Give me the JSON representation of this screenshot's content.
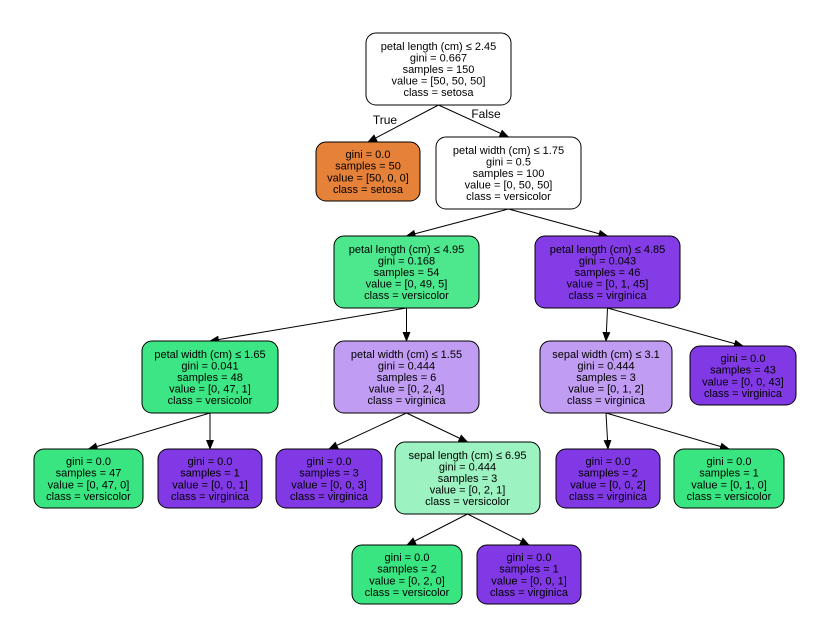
{
  "edge_labels": {
    "true_label": "True",
    "false_label": "False"
  },
  "nodes": {
    "n0": {
      "lines": [
        "petal length (cm) ≤ 2.45",
        "gini = 0.667",
        "samples = 150",
        "value = [50, 50, 50]",
        "class = setosa"
      ],
      "fill": "#ffffff"
    },
    "n1": {
      "lines": [
        "gini = 0.0",
        "samples = 50",
        "value = [50, 0, 0]",
        "class = setosa"
      ],
      "fill": "#e58139"
    },
    "n2": {
      "lines": [
        "petal width (cm) ≤ 1.75",
        "gini = 0.5",
        "samples = 100",
        "value = [0, 50, 50]",
        "class = versicolor"
      ],
      "fill": "#ffffff"
    },
    "n3": {
      "lines": [
        "petal length (cm) ≤ 4.95",
        "gini = 0.168",
        "samples = 54",
        "value = [0, 49, 5]",
        "class = versicolor"
      ],
      "fill": "#4de88e"
    },
    "n4": {
      "lines": [
        "petal length (cm) ≤ 4.85",
        "gini = 0.043",
        "samples = 46",
        "value = [0, 1, 45]",
        "class = virginica"
      ],
      "fill": "#843de6"
    },
    "n5": {
      "lines": [
        "petal width (cm) ≤ 1.65",
        "gini = 0.041",
        "samples = 48",
        "value = [0, 47, 1]",
        "class = versicolor"
      ],
      "fill": "#3de684"
    },
    "n6": {
      "lines": [
        "petal width (cm) ≤ 1.55",
        "gini = 0.444",
        "samples = 6",
        "value = [0, 2, 4]",
        "class = virginica"
      ],
      "fill": "#c09cf2"
    },
    "n7": {
      "lines": [
        "sepal width (cm) ≤ 3.1",
        "gini = 0.444",
        "samples = 3",
        "value = [0, 1, 2]",
        "class = virginica"
      ],
      "fill": "#c09cf2"
    },
    "n8": {
      "lines": [
        "gini = 0.0",
        "samples = 43",
        "value = [0, 0, 43]",
        "class = virginica"
      ],
      "fill": "#8139e5"
    },
    "n9": {
      "lines": [
        "gini = 0.0",
        "samples = 47",
        "value = [0, 47, 0]",
        "class = versicolor"
      ],
      "fill": "#39e581"
    },
    "n10": {
      "lines": [
        "gini = 0.0",
        "samples = 1",
        "value = [0, 0, 1]",
        "class = virginica"
      ],
      "fill": "#8139e5"
    },
    "n11": {
      "lines": [
        "gini = 0.0",
        "samples = 3",
        "value = [0, 0, 3]",
        "class = virginica"
      ],
      "fill": "#8139e5"
    },
    "n12": {
      "lines": [
        "sepal length (cm) ≤ 6.95",
        "gini = 0.444",
        "samples = 3",
        "value = [0, 2, 1]",
        "class = versicolor"
      ],
      "fill": "#9cf2c0"
    },
    "n13": {
      "lines": [
        "gini = 0.0",
        "samples = 2",
        "value = [0, 0, 2]",
        "class = virginica"
      ],
      "fill": "#8139e5"
    },
    "n14": {
      "lines": [
        "gini = 0.0",
        "samples = 1",
        "value = [0, 1, 0]",
        "class = versicolor"
      ],
      "fill": "#39e581"
    },
    "n15": {
      "lines": [
        "gini = 0.0",
        "samples = 2",
        "value = [0, 2, 0]",
        "class = versicolor"
      ],
      "fill": "#39e581"
    },
    "n16": {
      "lines": [
        "gini = 0.0",
        "samples = 1",
        "value = [0, 0, 1]",
        "class = virginica"
      ],
      "fill": "#8139e5"
    }
  }
}
